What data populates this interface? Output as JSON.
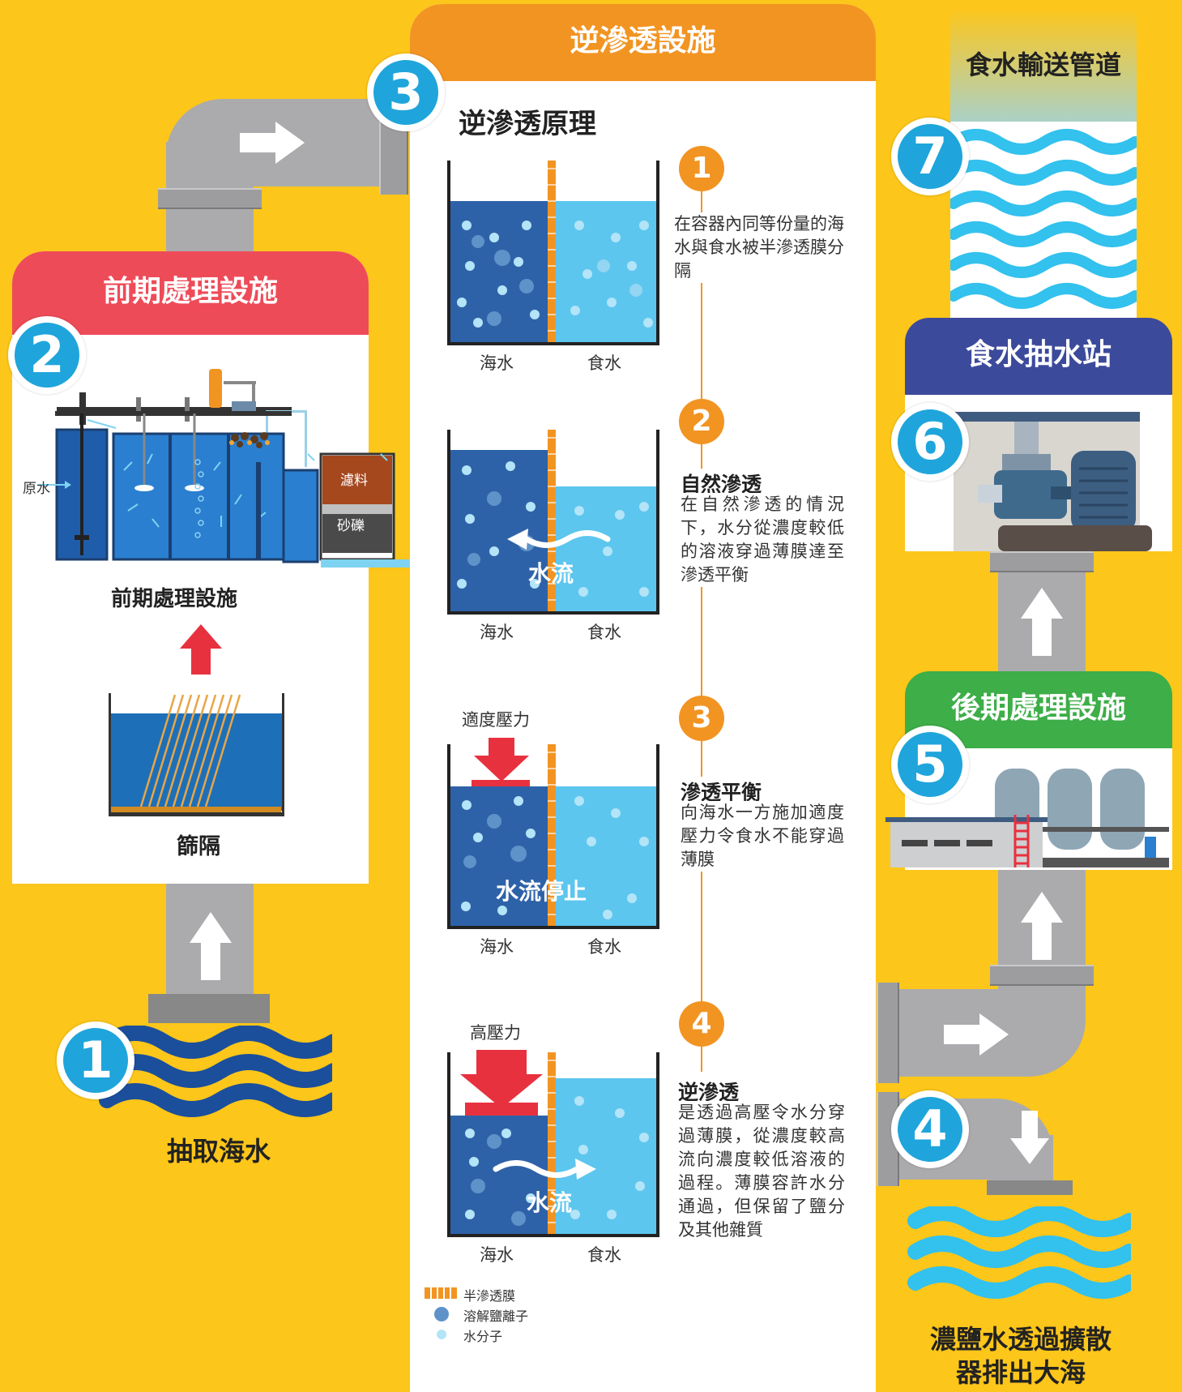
{
  "colors": {
    "background": "#FDC61A",
    "badge_blue": "#1FA5DB",
    "pretreatment_header": "#EE4B59",
    "ro_header": "#F29422",
    "pump_station_header": "#3C4A9B",
    "posttreatment_header": "#3DAE48",
    "seawater_dark": "#2E62A8",
    "freshwater_light": "#5CC6EE",
    "arrow_red": "#E8313F",
    "membrane_orange": "#F29422"
  },
  "badges": [
    "1",
    "2",
    "3",
    "4",
    "5",
    "6",
    "7"
  ],
  "stage1": {
    "label": "抽取海水"
  },
  "pretreatment": {
    "header": "前期處理設施",
    "diagram_label": "前期處理設施",
    "raw_water": "原水",
    "filter_media": "濾料",
    "gravel": "砂礫",
    "screen_label": "篩隔"
  },
  "ro": {
    "header": "逆滲透設施",
    "principle_title": "逆滲透原理",
    "seawater": "海水",
    "freshwater": "食水",
    "steps": [
      {
        "num": "1",
        "title": "",
        "text": "在容器內同等份量的海水與食水被半滲透膜分隔"
      },
      {
        "num": "2",
        "title": "自然滲透",
        "text": "在自然滲透的情況下，水分從濃度較低的溶液穿過薄膜達至滲透平衡",
        "flow": "水流"
      },
      {
        "num": "3",
        "title": "滲透平衡",
        "text": "向海水一方施加適度壓力令食水不能穿過薄膜",
        "pressure": "適度壓力",
        "flow": "水流停止"
      },
      {
        "num": "4",
        "title": "逆滲透",
        "text": "是透過高壓令水分穿過薄膜，從濃度較高流向濃度較低溶液的過程。薄膜容許水分通過，但保留了鹽分及其他雜質",
        "pressure": "高壓力",
        "flow": "水流"
      }
    ],
    "legend": {
      "membrane": "半滲透膜",
      "salt_ions": "溶解鹽離子",
      "water_molecules": "水分子"
    }
  },
  "brine": {
    "label_line1": "濃鹽水透過擴散",
    "label_line2": "器排出大海"
  },
  "posttreatment": {
    "header": "後期處理設施"
  },
  "pump_station": {
    "header": "食水抽水站"
  },
  "delivery": {
    "header": "食水輸送管道"
  }
}
